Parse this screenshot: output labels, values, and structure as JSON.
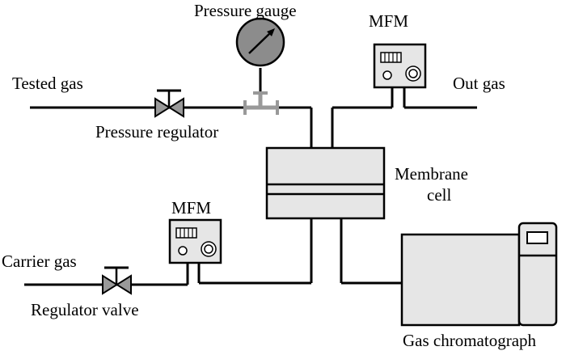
{
  "labels": {
    "pressure_gauge": "Pressure gauge",
    "mfm_top": "MFM",
    "tested_gas": "Tested gas",
    "out_gas": "Out gas",
    "pressure_regulator": "Pressure regulator",
    "membrane_cell_line1": "Membrane",
    "membrane_cell_line2": "cell",
    "mfm_bottom": "MFM",
    "carrier_gas": "Carrier gas",
    "regulator_valve": "Regulator valve",
    "gas_chromatograph": "Gas chromatograph"
  },
  "colors": {
    "line": "#000000",
    "device_fill": "#e6e6e6",
    "gauge_fill": "#8c8c8c",
    "fitting": "#999999"
  }
}
